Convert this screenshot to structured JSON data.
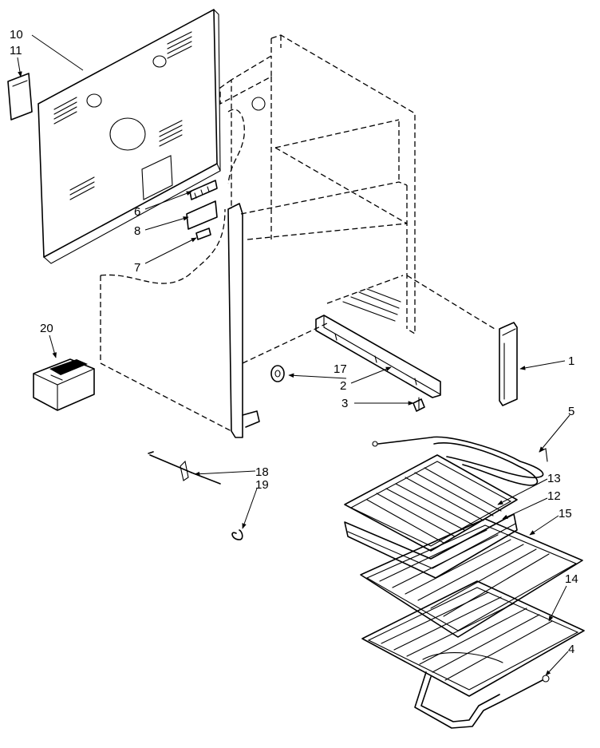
{
  "callouts": {
    "c1": "1",
    "c2": "2",
    "c3": "3",
    "c4": "4",
    "c5": "5",
    "c6": "6",
    "c7": "7",
    "c8": "8",
    "c10": "10",
    "c11": "11",
    "c12": "12",
    "c13": "13",
    "c14": "14",
    "c15": "15",
    "c17": "17",
    "c18": "18",
    "c19": "19",
    "c20": "20"
  }
}
